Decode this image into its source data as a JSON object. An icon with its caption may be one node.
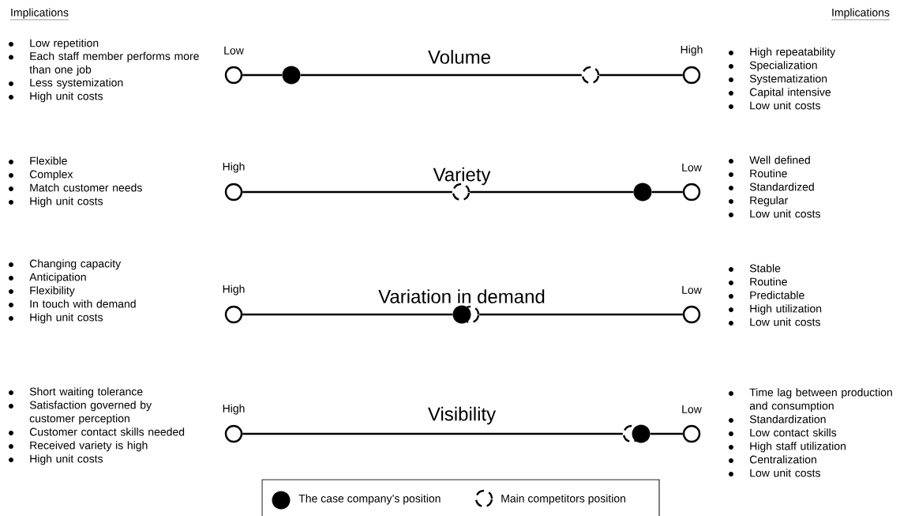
{
  "diagram": {
    "nodes": [
      {
        "text": [],
        "shape": "circle",
        "beside": [
          "Low"
        ]
      },
      {
        "text": [],
        "shape": "dot"
      },
      {
        "text": [],
        "shape": "circle"
      },
      {
        "text": [],
        "shape": "circle",
        "beside": [
          "High"
        ]
      },
      {
        "text": [],
        "shape": "circle",
        "beside": [
          "High"
        ]
      },
      {
        "text": [],
        "shape": "circle"
      },
      {
        "text": [],
        "shape": "dot"
      },
      {
        "text": [],
        "shape": "circle",
        "beside": [
          "Low"
        ]
      },
      {
        "text": [],
        "shape": "circle",
        "beside": [
          "High"
        ]
      },
      {
        "text": [],
        "shape": "dot"
      },
      {
        "text": [],
        "shape": "circle"
      },
      {
        "text": [],
        "shape": "circle",
        "beside": [
          "Low"
        ]
      },
      {
        "text": [],
        "shape": "circle",
        "beside": [
          "High"
        ]
      },
      {
        "text": [],
        "shape": "circle"
      },
      {
        "text": [],
        "shape": "dot"
      },
      {
        "text": [],
        "shape": "circle",
        "beside": [
          "Low"
        ]
      }
    ],
    "edges": [
      {
        "from": 0,
        "to": 1,
        "arrow": "none"
      },
      {
        "from": 1,
        "to": 2,
        "arrow": "none"
      },
      {
        "from": 2,
        "to": 3,
        "arrow": "none"
      },
      {
        "from": 4,
        "to": 5,
        "arrow": "none"
      },
      {
        "from": 5,
        "to": 6,
        "arrow": "none"
      },
      {
        "from": 6,
        "to": 7,
        "arrow": "none"
      },
      {
        "from": 8,
        "to": 9,
        "arrow": "none"
      },
      {
        "from": 10,
        "to": 11,
        "arrow": "none"
      },
      {
        "from": 12,
        "to": 13,
        "arrow": "none"
      },
      {
        "from": 14,
        "to": 15,
        "arrow": "none"
      }
    ],
    "labels": [
      "Implications",
      "Implications",
      "Low repetition",
      "Each staff member performs more than one job",
      "Less systemization",
      "High unit costs",
      "Volume",
      "High repeatability",
      "Specialization",
      "Systematization",
      "Capital intensive",
      "Low unit costs",
      "Flexible",
      "Complex",
      "Match customer needs",
      "High unit costs",
      "Variety",
      "Well defined",
      "Routine",
      "Standardized",
      "Regular",
      "Low unit costs",
      "Changing capacity",
      "Anticipation",
      "Flexibility",
      "In touch with demand",
      "High unit costs",
      "Variation in demand",
      "Stable",
      "Routine",
      "Predictable",
      "High utilization",
      "Low unit costs",
      "Short waiting tolerance",
      "Satisfaction governed by customer perception",
      "Customer contact skills needed",
      "Received variety is high",
      "High unit costs",
      "Visibility",
      "Time lag between production and consumption",
      "Standardization",
      "Low contact skills",
      "High staff utilization",
      "Centralization",
      "Low unit costs"
    ],
    "legend": [
      {
        "text": "The case company’s position"
      },
      {
        "text": "Main competitors position"
      }
    ]
  }
}
